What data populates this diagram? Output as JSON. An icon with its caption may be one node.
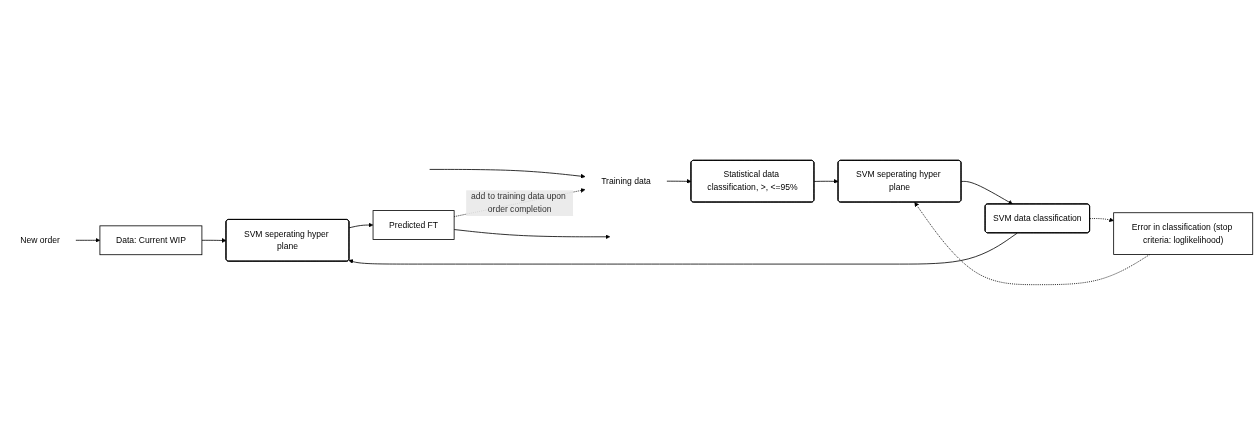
{
  "diagram": {
    "nodes": [
      {
        "text": [
          "Training data"
        ]
      },
      {
        "text": [
          "Statistical data classification, >, <=95%"
        ]
      },
      {
        "text": [
          "SVM seperating hyper plane"
        ]
      },
      {
        "text": [
          "SVM data classification"
        ]
      },
      {
        "text": [
          "New order"
        ]
      },
      {
        "text": [
          "Data: Current WIP"
        ]
      },
      {
        "text": [
          "SVM seperating hyper plane"
        ]
      },
      {
        "text": [
          "Predicted FT"
        ]
      },
      {
        "text": [
          "Error in classification (stop criteria: loglikelihood)"
        ]
      }
    ],
    "edges": [
      {
        "from": null,
        "to": 0,
        "arrow": "to"
      },
      {
        "from": 0,
        "to": 1,
        "arrow": "to"
      },
      {
        "from": 1,
        "to": 2,
        "arrow": "to"
      },
      {
        "from": 2,
        "to": 3,
        "arrow": "to"
      },
      {
        "from": 3,
        "to": 6,
        "arrow": "to"
      },
      {
        "from": 4,
        "to": 5,
        "arrow": "to"
      },
      {
        "from": 5,
        "to": 6,
        "arrow": "to"
      },
      {
        "from": 6,
        "to": 7,
        "arrow": "to"
      },
      {
        "from": 7,
        "to": null,
        "arrow": "to"
      },
      {
        "from": 3,
        "to": 8,
        "arrow": "to",
        "style": "dashed"
      },
      {
        "from": 8,
        "to": 2,
        "arrow": "to",
        "style": "dashed"
      },
      {
        "from": 7,
        "to": 0,
        "arrow": "to",
        "style": "dashed",
        "label": "add to training data upon order completion"
      }
    ]
  }
}
